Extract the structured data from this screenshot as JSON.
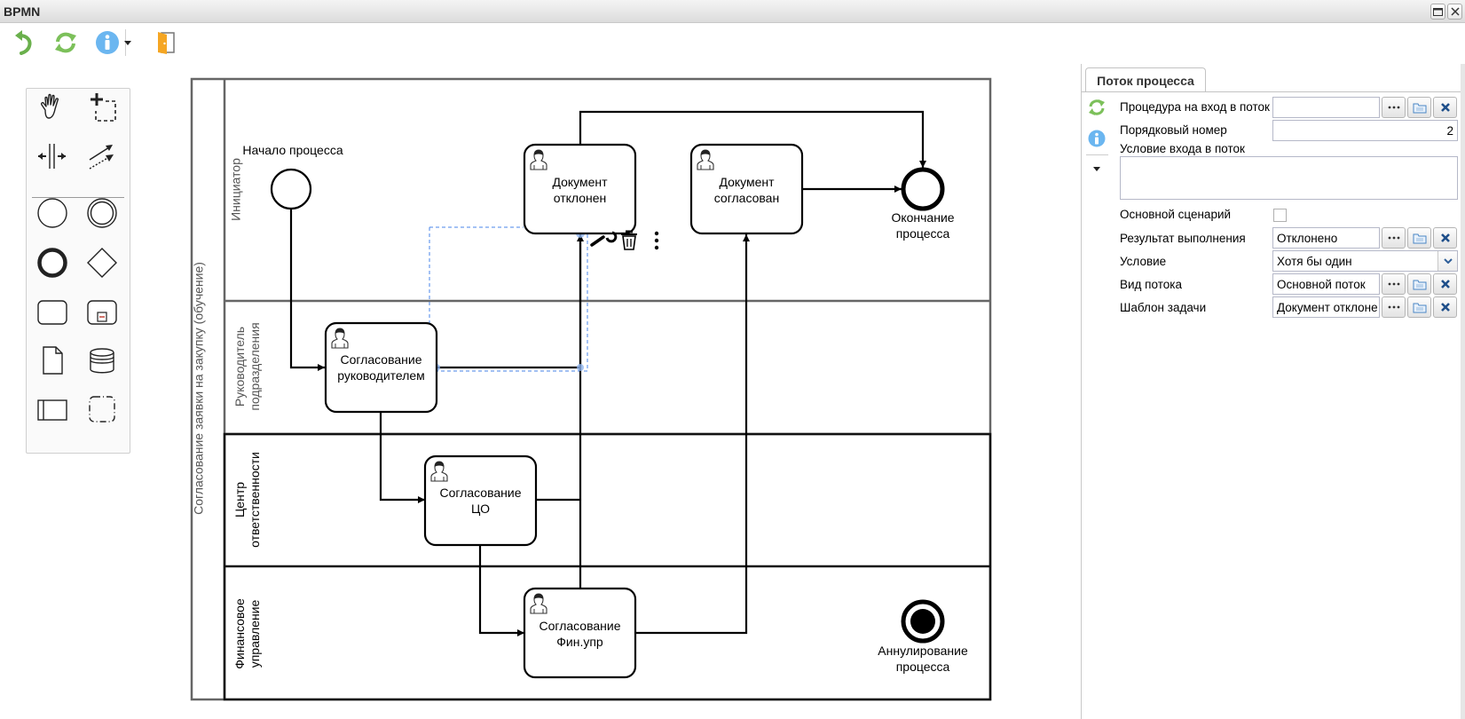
{
  "window": {
    "title": "BPMN",
    "maximize_icon": "maximize-icon",
    "close_icon": "close-icon"
  },
  "toolbar": {
    "buttons": [
      {
        "name": "undo",
        "icon": "undo-arrow-icon",
        "color": "#6ab04c"
      },
      {
        "name": "refresh",
        "icon": "refresh-icon",
        "color": "#6ab04c"
      },
      {
        "name": "info",
        "icon": "info-icon",
        "color": "#5aa9e6"
      },
      {
        "name": "info-dropdown",
        "icon": "caret-down-icon"
      },
      {
        "name": "exit",
        "icon": "exit-door-icon",
        "color": "#f5a623"
      }
    ]
  },
  "palette": {
    "tools": [
      {
        "name": "hand-tool",
        "icon": "hand-icon"
      },
      {
        "name": "lasso-tool",
        "icon": "lasso-icon"
      },
      {
        "name": "space-tool",
        "icon": "space-tool-icon"
      },
      {
        "name": "connect-tool",
        "icon": "connect-arrow-icon"
      },
      {
        "name": "start-event",
        "icon": "start-event-icon"
      },
      {
        "name": "intermediate-event",
        "icon": "intermediate-event-icon"
      },
      {
        "name": "end-event",
        "icon": "end-event-icon"
      },
      {
        "name": "gateway",
        "icon": "gateway-icon"
      },
      {
        "name": "task",
        "icon": "task-icon"
      },
      {
        "name": "subprocess",
        "icon": "subprocess-icon"
      },
      {
        "name": "data-object",
        "icon": "data-object-icon"
      },
      {
        "name": "data-store",
        "icon": "data-store-icon"
      },
      {
        "name": "pool",
        "icon": "pool-icon"
      },
      {
        "name": "group",
        "icon": "group-icon"
      }
    ]
  },
  "diagram": {
    "pool_label": "Согласование заявки на закупку (обучение)",
    "lanes": [
      {
        "label": "Инициатор"
      },
      {
        "label_line1": "Руководитель",
        "label_line2": "подразделения"
      },
      {
        "label_line1": "Центр",
        "label_line2": "ответственности"
      },
      {
        "label_line1": "Финансовое",
        "label_line2": "управление"
      }
    ],
    "events": {
      "start": {
        "label": "Начало процесса"
      },
      "end": {
        "label_line1": "Окончание",
        "label_line2": "процесса"
      },
      "cancel": {
        "label_line1": "Аннулирование",
        "label_line2": "процесса"
      }
    },
    "tasks": [
      {
        "id": "t_rejected",
        "line1": "Документ",
        "line2": "отклонен",
        "type": "user-task"
      },
      {
        "id": "t_approved",
        "line1": "Документ",
        "line2": "согласован",
        "type": "user-task"
      },
      {
        "id": "t_head",
        "line1": "Согласование",
        "line2": "руководителем",
        "type": "user-task"
      },
      {
        "id": "t_co",
        "line1": "Согласование",
        "line2": "ЦО",
        "type": "user-task"
      },
      {
        "id": "t_fin",
        "line1": "Согласование",
        "line2": "Фин.упр",
        "type": "user-task"
      }
    ],
    "context_pad": [
      "wrench-icon",
      "trash-icon",
      "more-vertical-icon"
    ],
    "selected_flow": "Согласование руководителем → Документ отклонен"
  },
  "properties": {
    "tab_label": "Поток процесса",
    "side_icons": [
      "refresh-icon",
      "info-icon",
      "caret-down-icon"
    ],
    "fields": {
      "entry_procedure": {
        "label": "Процедура на вход в поток",
        "value": ""
      },
      "order_number": {
        "label": "Порядковый номер",
        "value": "2"
      },
      "entry_condition": {
        "label": "Условие входа в поток",
        "value": ""
      },
      "main_scenario": {
        "label": "Основной сценарий",
        "checked": false
      },
      "execution_result": {
        "label": "Результат выполнения",
        "value": "Отклонено"
      },
      "condition": {
        "label": "Условие",
        "value": "Хотя бы один"
      },
      "flow_type": {
        "label": "Вид потока",
        "value": "Основной поток"
      },
      "task_template": {
        "label": "Шаблон задачи",
        "value": "Документ отклоне"
      }
    },
    "button_icons": {
      "browse": "ellipsis-icon",
      "open": "folder-icon",
      "clear": "clear-x-icon"
    }
  }
}
